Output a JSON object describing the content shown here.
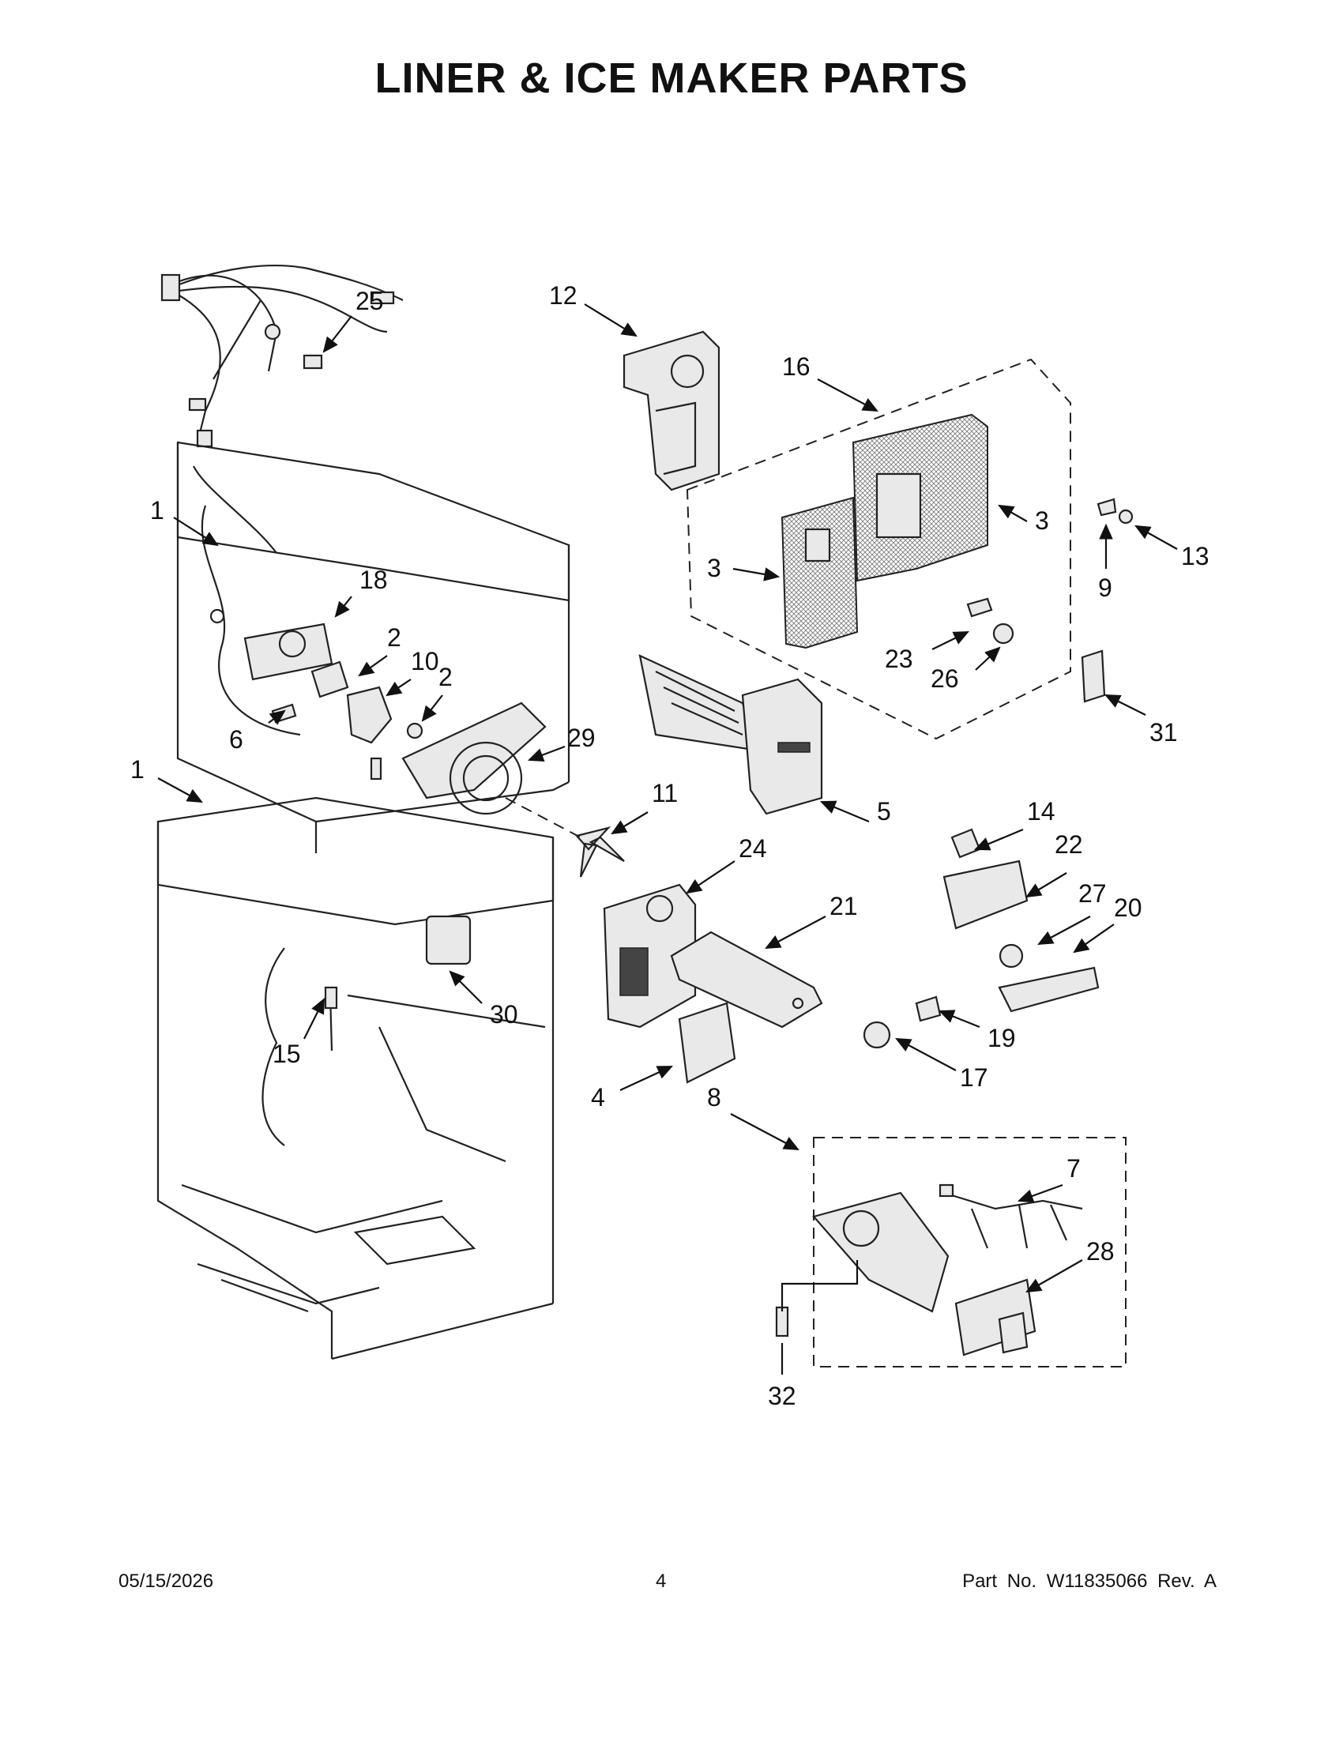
{
  "title": "LINER & ICE MAKER PARTS",
  "footer": {
    "date": "05/15/2026",
    "page": "4",
    "part_number": "Part No.  W11835066  Rev.  A"
  },
  "callouts": [
    "25",
    "12",
    "16",
    "1",
    "18",
    "3",
    "3",
    "9",
    "13",
    "2",
    "10",
    "2",
    "6",
    "23",
    "26",
    "29",
    "31",
    "1",
    "5",
    "11",
    "14",
    "24",
    "22",
    "27",
    "20",
    "21",
    "30",
    "19",
    "15",
    "17",
    "4",
    "8",
    "7",
    "28",
    "32"
  ]
}
